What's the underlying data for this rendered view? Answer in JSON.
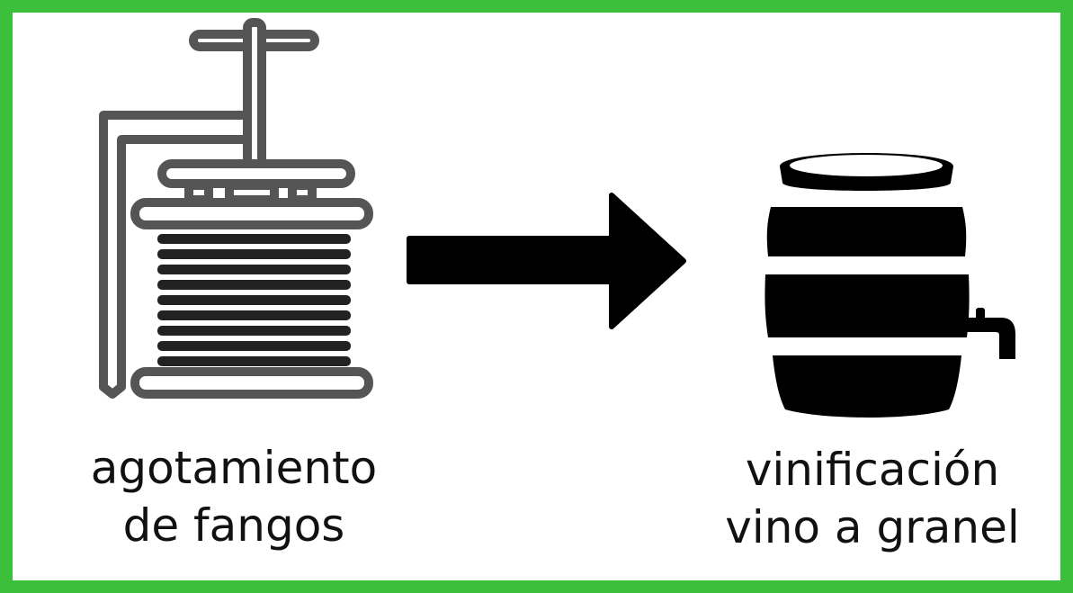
{
  "colors": {
    "border": "#3cc03c",
    "icon_dark": "#111111",
    "icon_gray": "#555555",
    "background": "#ffffff"
  },
  "steps": [
    {
      "icon": "wine-press-icon",
      "label_lines": [
        "agotamiento",
        "de fangos"
      ]
    },
    {
      "icon": "wine-barrel-icon",
      "label_lines": [
        "vinificación",
        "vino a granel"
      ]
    }
  ],
  "connector": {
    "icon": "arrow-right-icon"
  }
}
